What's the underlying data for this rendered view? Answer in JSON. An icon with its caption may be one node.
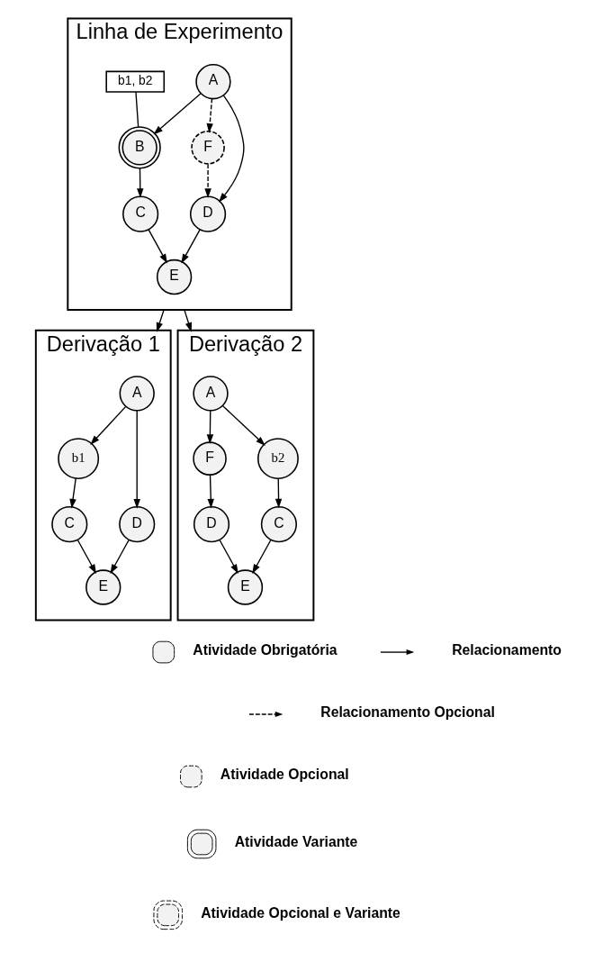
{
  "diagram": {
    "nodes": [
      {
        "text": [
          "Linha de Experimento"
        ]
      },
      {
        "text": [
          "A"
        ],
        "in": 0
      },
      {
        "text": [
          "F"
        ],
        "in": 0
      },
      {
        "text": [
          "B"
        ],
        "in": 0
      },
      {
        "text": [
          "b1, b2"
        ],
        "in": 0
      },
      {
        "text": [
          "D"
        ],
        "in": 0
      },
      {
        "text": [
          "C"
        ],
        "in": 0
      },
      {
        "text": [
          "E"
        ],
        "in": 0
      },
      {
        "text": [
          "Derivação 1"
        ]
      },
      {
        "text": [
          "A"
        ],
        "in": 8
      },
      {
        "text": [
          "b1"
        ],
        "in": 8
      },
      {
        "text": [
          "D"
        ],
        "in": 8
      },
      {
        "text": [
          "C"
        ],
        "in": 8
      },
      {
        "text": [
          "E"
        ],
        "in": 8
      },
      {
        "text": [
          "Derivação 2"
        ]
      },
      {
        "text": [
          "A"
        ],
        "in": 14
      },
      {
        "text": [
          "F"
        ],
        "in": 14
      },
      {
        "text": [
          "b2"
        ],
        "in": 14
      },
      {
        "text": [
          "D"
        ],
        "in": 14
      },
      {
        "text": [
          "C"
        ],
        "in": 14
      },
      {
        "text": [
          "E"
        ],
        "in": 14
      }
    ],
    "edges": [
      {
        "from": 1,
        "to": 2,
        "arrow": "to",
        "style": "dashed"
      },
      {
        "from": 1,
        "to": 3,
        "arrow": "to"
      },
      {
        "from": 1,
        "to": 5,
        "arrow": "to"
      },
      {
        "from": 4,
        "to": 3,
        "arrow": "none"
      },
      {
        "from": 2,
        "to": 5,
        "arrow": "to",
        "style": "dashed"
      },
      {
        "from": 3,
        "to": 6,
        "arrow": "to"
      },
      {
        "from": 5,
        "to": 7,
        "arrow": "to"
      },
      {
        "from": 6,
        "to": 7,
        "arrow": "to"
      },
      {
        "from": 0,
        "to": 8,
        "arrow": "to"
      },
      {
        "from": 0,
        "to": 14,
        "arrow": "to"
      },
      {
        "from": 9,
        "to": 10,
        "arrow": "to"
      },
      {
        "from": 9,
        "to": 11,
        "arrow": "to"
      },
      {
        "from": 10,
        "to": 12,
        "arrow": "to"
      },
      {
        "from": 11,
        "to": 13,
        "arrow": "to"
      },
      {
        "from": 12,
        "to": 13,
        "arrow": "to"
      },
      {
        "from": 15,
        "to": 16,
        "arrow": "to"
      },
      {
        "from": 15,
        "to": 17,
        "arrow": "to"
      },
      {
        "from": 16,
        "to": 18,
        "arrow": "to"
      },
      {
        "from": 17,
        "to": 19,
        "arrow": "to"
      },
      {
        "from": 18,
        "to": 20,
        "arrow": "to"
      },
      {
        "from": 19,
        "to": 20,
        "arrow": "to"
      }
    ],
    "legend": [
      {
        "text": "Atividade Obrigatória"
      },
      {
        "text": "Relacionamento"
      },
      {
        "text": "Relacionamento Opcional"
      },
      {
        "text": "Atividade Opcional"
      },
      {
        "text": "Atividade Variante"
      },
      {
        "text": "Atividade Opcional e Variante"
      }
    ]
  }
}
